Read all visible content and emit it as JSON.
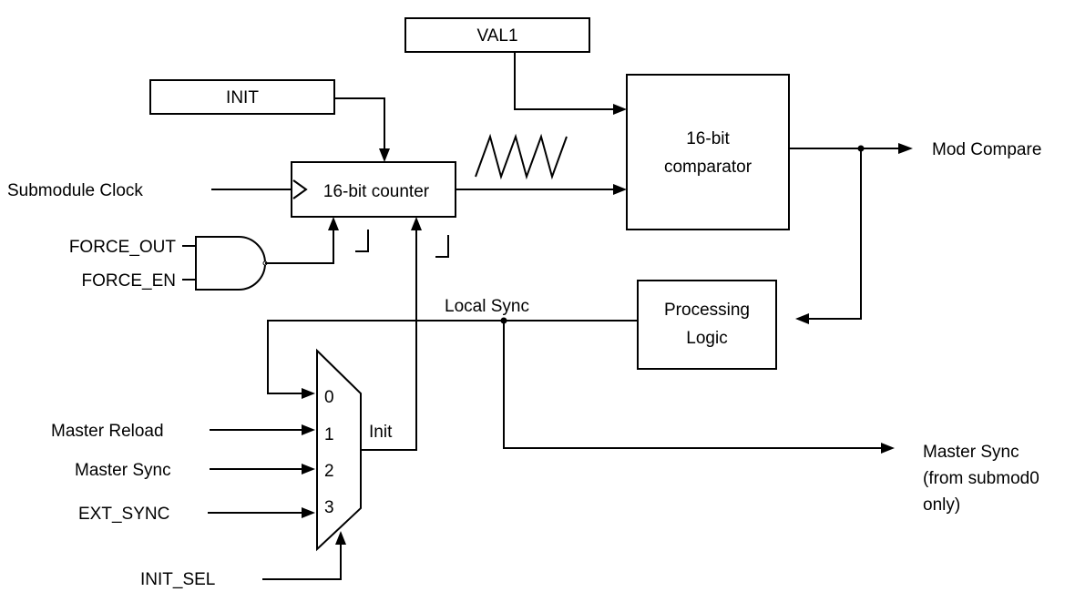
{
  "blocks": {
    "val1": "VAL1",
    "init": "INIT",
    "counter": "16-bit counter",
    "comparator_line1": "16-bit",
    "comparator_line2": "comparator",
    "processing_line1": "Processing",
    "processing_line2": "Logic"
  },
  "signals": {
    "submodule_clock": "Submodule Clock",
    "force_out": "FORCE_OUT",
    "force_en": "FORCE_EN",
    "mod_compare": "Mod Compare",
    "local_sync": "Local Sync",
    "master_reload": "Master Reload",
    "master_sync_in": "Master Sync",
    "ext_sync": "EXT_SYNC",
    "init_sel": "INIT_SEL",
    "init_out": "Init",
    "master_sync_out_line1": "Master Sync",
    "master_sync_out_line2": "(from submod0",
    "master_sync_out_line3": "only)"
  },
  "mux_inputs": [
    "0",
    "1",
    "2",
    "3"
  ]
}
